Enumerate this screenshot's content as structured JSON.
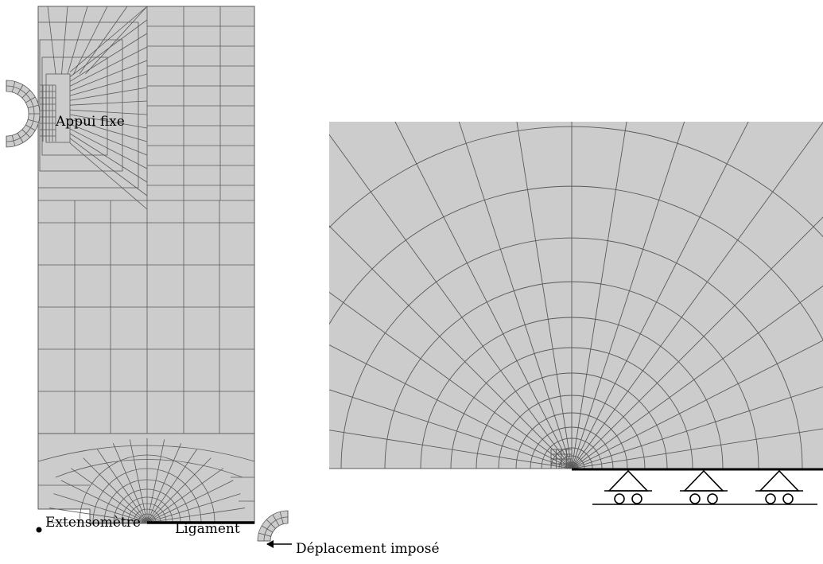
{
  "labels": {
    "fixed_support": "Appui fixe",
    "extensometer": "Extensomètre",
    "ligament": "Ligament",
    "imposed_displacement": "Déplacement imposé"
  },
  "colors": {
    "mesh_fill": "#cccccc",
    "mesh_line": "#5a5a5a",
    "ink": "#000000",
    "background": "#ffffff"
  }
}
